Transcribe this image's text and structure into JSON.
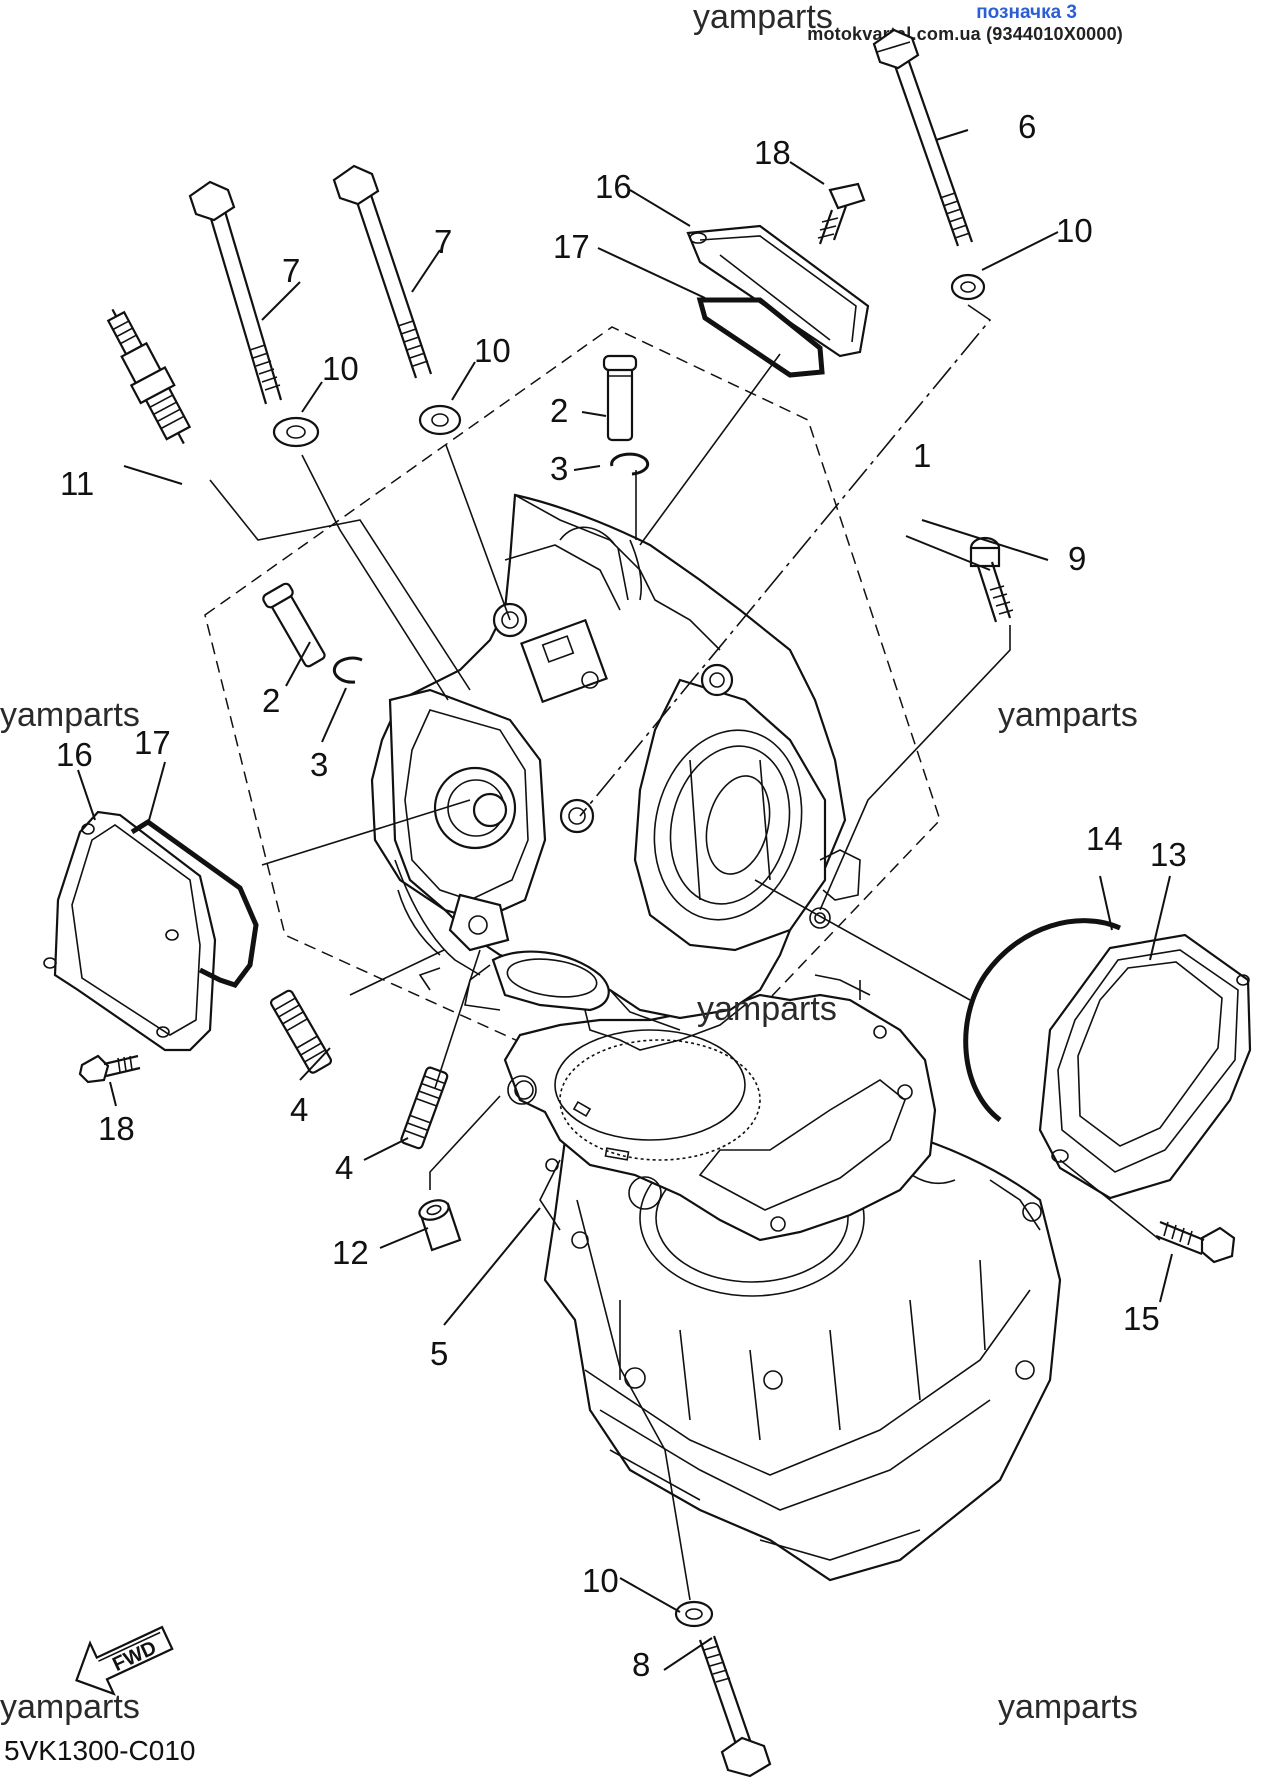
{
  "header": {
    "badge": "позначка 3",
    "source": "motokvartal.com.ua (9344010X0000)"
  },
  "watermarks": [
    "yamparts",
    "yamparts",
    "yamparts",
    "yamparts",
    "yamparts",
    "yamparts"
  ],
  "diagram_code": "5VK1300-C010",
  "fwd_label": "FWD",
  "callouts": [
    {
      "num": "1",
      "part": "cylinder-head"
    },
    {
      "num": "2",
      "part": "valve-guide-upper"
    },
    {
      "num": "2",
      "part": "valve-guide-left"
    },
    {
      "num": "3",
      "part": "circlip-upper"
    },
    {
      "num": "3",
      "part": "circlip-left"
    },
    {
      "num": "4",
      "part": "stud-bolt-1"
    },
    {
      "num": "4",
      "part": "stud-bolt-2"
    },
    {
      "num": "5",
      "part": "cylinder-head-gasket"
    },
    {
      "num": "6",
      "part": "long-bolt-right"
    },
    {
      "num": "7",
      "part": "long-bolt-1"
    },
    {
      "num": "7",
      "part": "long-bolt-2"
    },
    {
      "num": "8",
      "part": "lower-bolt"
    },
    {
      "num": "9",
      "part": "bolt-9"
    },
    {
      "num": "10",
      "part": "washer-left"
    },
    {
      "num": "10",
      "part": "washer-middle"
    },
    {
      "num": "10",
      "part": "washer-right"
    },
    {
      "num": "10",
      "part": "washer-lower"
    },
    {
      "num": "11",
      "part": "spark-plug"
    },
    {
      "num": "12",
      "part": "dowel-pin"
    },
    {
      "num": "13",
      "part": "right-cover"
    },
    {
      "num": "14",
      "part": "right-o-ring"
    },
    {
      "num": "15",
      "part": "right-cover-bolt"
    },
    {
      "num": "16",
      "part": "top-cover"
    },
    {
      "num": "16",
      "part": "left-cover"
    },
    {
      "num": "17",
      "part": "top-gasket"
    },
    {
      "num": "17",
      "part": "left-gasket"
    },
    {
      "num": "18",
      "part": "top-cover-bolt"
    },
    {
      "num": "18",
      "part": "left-cover-bolt"
    }
  ]
}
